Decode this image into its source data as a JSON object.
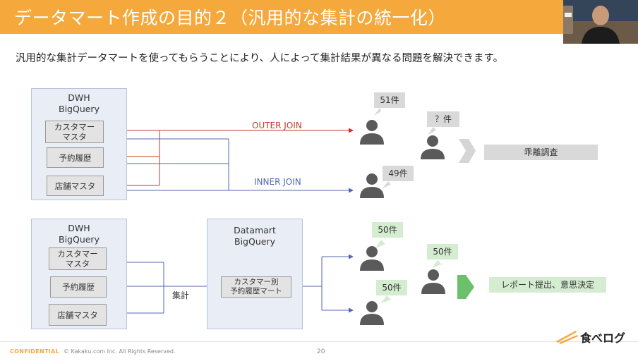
{
  "header": {
    "title": "データマート作成の目的２（汎用的な集計の統一化）"
  },
  "subtitle": "汎用的な集計データマートを使ってもらうことにより、人によって集計結果が異なる問題を解決できます。",
  "top_diagram": {
    "dwh_title_line1": "DWH",
    "dwh_title_line2": "BigQuery",
    "tables": [
      "カスタマー\nマスタ",
      "予約履歴",
      "店舗マスタ"
    ],
    "outer_join_label": "OUTER JOIN",
    "inner_join_label": "INNER JOIN",
    "count_outer": "51件",
    "count_inner": "49件",
    "count_unknown": "？件",
    "result_label": "乖離調査"
  },
  "bottom_diagram": {
    "dwh_title_line1": "DWH",
    "dwh_title_line2": "BigQuery",
    "tables": [
      "カスタマー\nマスタ",
      "予約履歴",
      "店舗マスタ"
    ],
    "aggregate_label": "集計",
    "datamart_title_line1": "Datamart",
    "datamart_title_line2": "BigQuery",
    "datamart_table": "カスタマー別\n予約履歴マート",
    "count_a": "50件",
    "count_b": "50件",
    "count_c": "50件",
    "result_label": "レポート提出、意思決定"
  },
  "footer": {
    "confidential": "CONFIDENTIAL",
    "copyright": "© Kakaku.com Inc. All Rights Reserved.",
    "page_number": "20",
    "logo": "食べログ"
  },
  "colors": {
    "header_bg": "#f5a83c",
    "outer_join": "#c0392b",
    "inner_join": "#5566b0",
    "person": "#5a5a5a",
    "arrow_green": "#6cc06c"
  }
}
